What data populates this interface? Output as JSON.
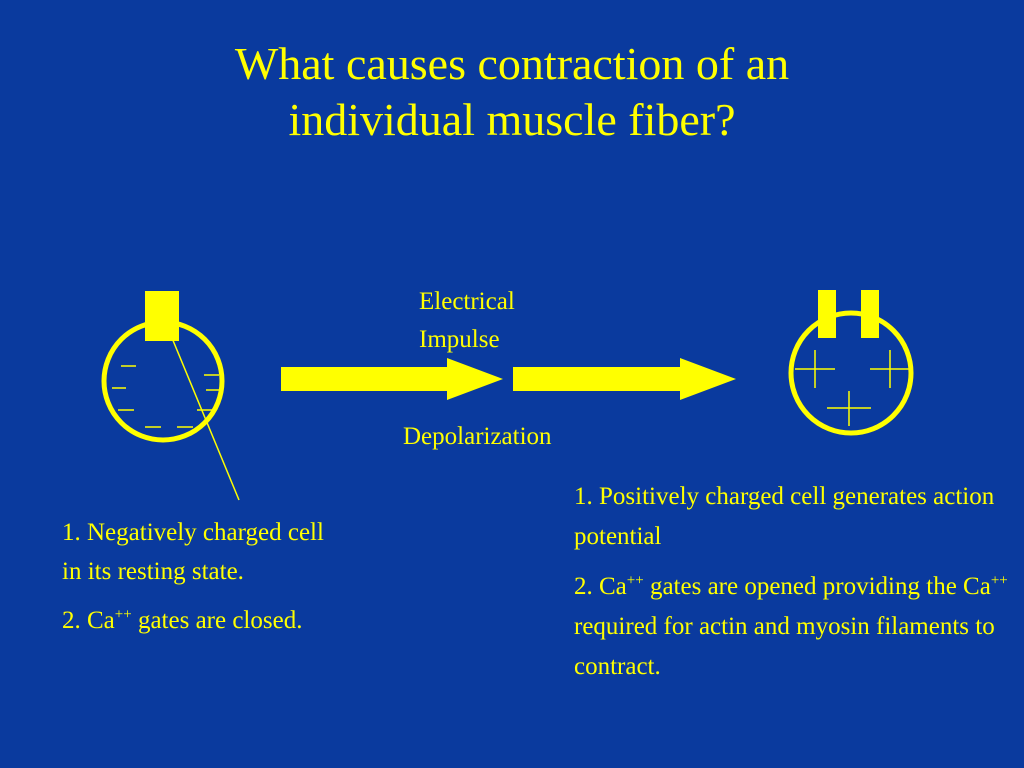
{
  "slide": {
    "title_line1": "What causes contraction of an",
    "title_line2": "individual muscle fiber?",
    "background_color": "#0A3A9E",
    "accent_color": "#FFFF00"
  },
  "diagram": {
    "arrow_label_top_line1": "Electrical",
    "arrow_label_top_line2": "Impulse",
    "arrow_label_bottom": "Depolarization"
  },
  "left_notes": {
    "note1": "1. Negatively charged cell in its resting state.",
    "note2_pre": "2. Ca",
    "note2_sup": "++",
    "note2_post": " gates are closed."
  },
  "right_notes": {
    "note1": "1. Positively charged cell generates action potential",
    "note2_pre": "2. Ca",
    "note2_sup1": "++",
    "note2_mid": " gates are opened providing the Ca",
    "note2_sup2": "++",
    "note2_post": " required for actin and myosin filaments to contract."
  }
}
